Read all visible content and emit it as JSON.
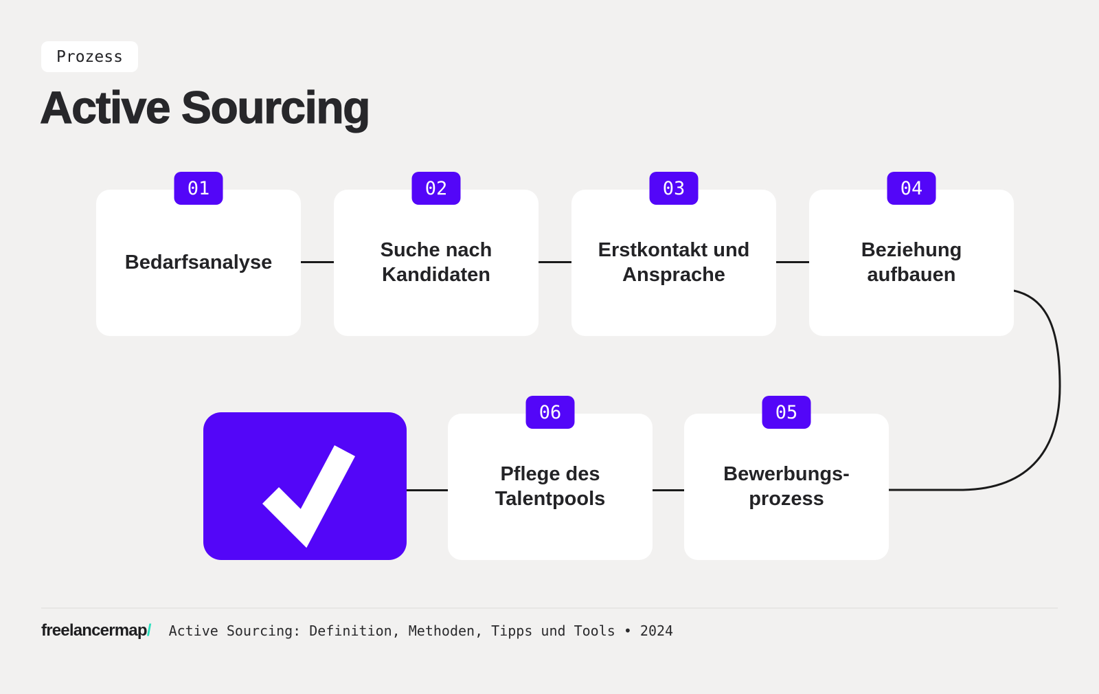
{
  "header": {
    "category": "Prozess",
    "title": "Active Sourcing"
  },
  "steps": [
    {
      "number": "01",
      "label": "Bedarfsanalyse"
    },
    {
      "number": "02",
      "label": "Suche nach Kandidaten"
    },
    {
      "number": "03",
      "label": "Erstkontakt und Ansprache"
    },
    {
      "number": "04",
      "label": "Beziehung aufbauen"
    },
    {
      "number": "05",
      "label": "Bewerbungs-prozess"
    },
    {
      "number": "06",
      "label": "Pflege des Talentpools"
    }
  ],
  "completed_step": {
    "icon": "checkmark-icon"
  },
  "footer": {
    "logo": "freelancermap",
    "logo_slash": "/",
    "caption": "Active Sourcing: Definition, Methoden, Tipps und Tools • 2024"
  },
  "colors": {
    "background": "#F2F1F0",
    "card": "#FFFFFF",
    "accent": "#5306F8",
    "text-dark": "#232326",
    "line": "#1A1A1A",
    "divider": "#E7E6E4",
    "logo-slash": "#2BE0BE"
  }
}
